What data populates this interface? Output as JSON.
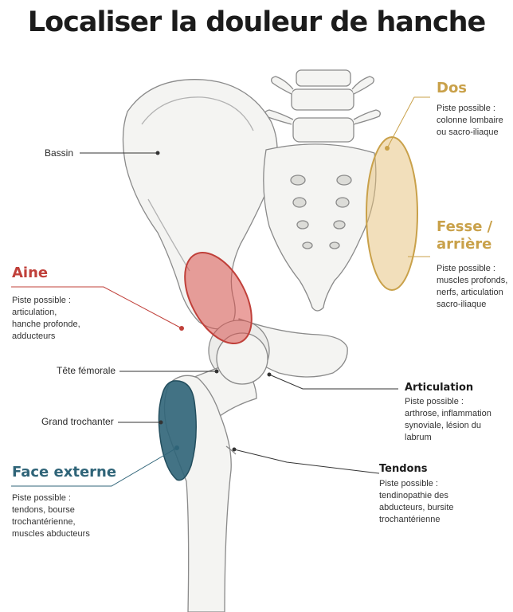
{
  "title": "Localiser la douleur de hanche",
  "colors": {
    "dos": "#c9a14a",
    "aine": "#c0403a",
    "face_externe": "#2f6478",
    "bone_stroke": "#8a8a8a",
    "leader": "#333333"
  },
  "labels": {
    "bassin": "Bassin",
    "tete_femorale": "Tête fémorale",
    "grand_trochanter": "Grand trochanter"
  },
  "zones": {
    "dos": {
      "title": "Dos",
      "note": [
        "Piste possible :",
        "colonne lombaire",
        "ou sacro-iliaque"
      ]
    },
    "fesse": {
      "title": [
        "Fesse /",
        "arrière"
      ],
      "note": [
        "Piste possible :",
        "muscles profonds,",
        "nerfs, articulation",
        "sacro-iliaque"
      ]
    },
    "aine": {
      "title": "Aine",
      "note": [
        "Piste possible :",
        "articulation,",
        "hanche profonde,",
        "adducteurs"
      ]
    },
    "face_externe": {
      "title": "Face externe",
      "note": [
        "Piste possible :",
        "tendons, bourse",
        "trochantérienne,",
        "muscles abducteurs"
      ]
    }
  },
  "structures": {
    "articulation": {
      "title": "Articulation",
      "note": [
        "Piste possible :",
        "arthrose, inflammation",
        "synoviale, lésion du",
        "labrum"
      ]
    },
    "tendons": {
      "title": "Tendons",
      "note": [
        "Piste possible :",
        "tendinopathie des",
        "abducteurs, bursite",
        "trochantérienne"
      ]
    }
  }
}
